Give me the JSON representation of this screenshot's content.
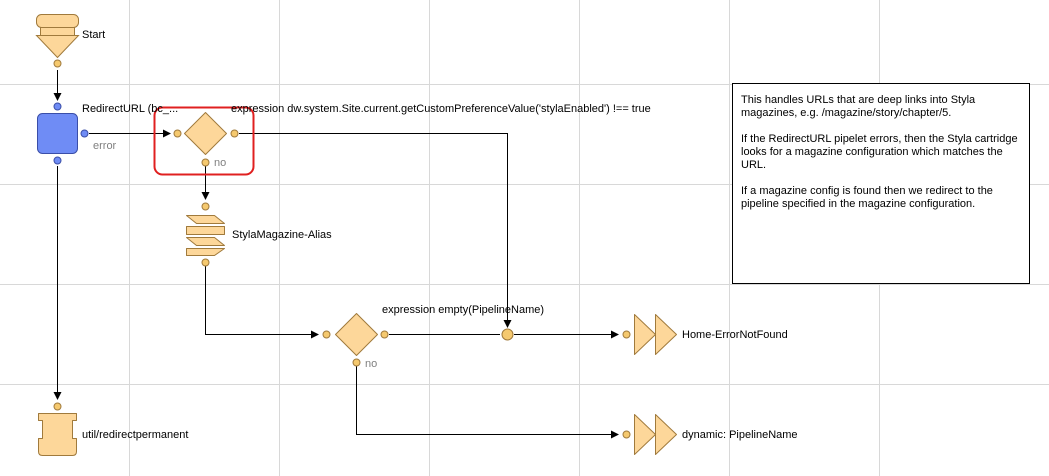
{
  "nodes": {
    "start": {
      "label": "Start"
    },
    "redirect_url": {
      "label": "RedirectURL (bc_...",
      "error_label": "error"
    },
    "decision_styla": {
      "expression": "expression dw.system.Site.current.getCustomPreferenceValue('stylaEnabled') !== true",
      "no_label": "no"
    },
    "alias_call": {
      "label": "StylaMagazine-Alias"
    },
    "decision_pipeline": {
      "expression": "expression empty(PipelineName)",
      "no_label": "no"
    },
    "jump_home": {
      "label": "Home-ErrorNotFound"
    },
    "jump_dynamic": {
      "label": "dynamic: PipelineName"
    },
    "end_redirect": {
      "label": "util/redirectpermanent"
    }
  },
  "note": {
    "paragraphs": [
      "This handles URLs that are deep links into Styla magazines, e.g. /magazine/story/chapter/5.",
      "If the RedirectURL pipelet errors, then the Styla cartridge looks for a magazine configuration which matches the URL.",
      "If a magazine config is found then we redirect to the pipeline specified in the magazine configuration."
    ]
  },
  "colors": {
    "node_fill": "#fdd79a",
    "node_stroke": "#a07a3c",
    "pipelet_fill": "#6f8cf5",
    "pipelet_stroke": "#3a4ea8",
    "connector_fill": "#f5c96f",
    "blue_connector": "#4a63c8",
    "highlight": "#e02020",
    "grid": "#d8d8d8"
  }
}
